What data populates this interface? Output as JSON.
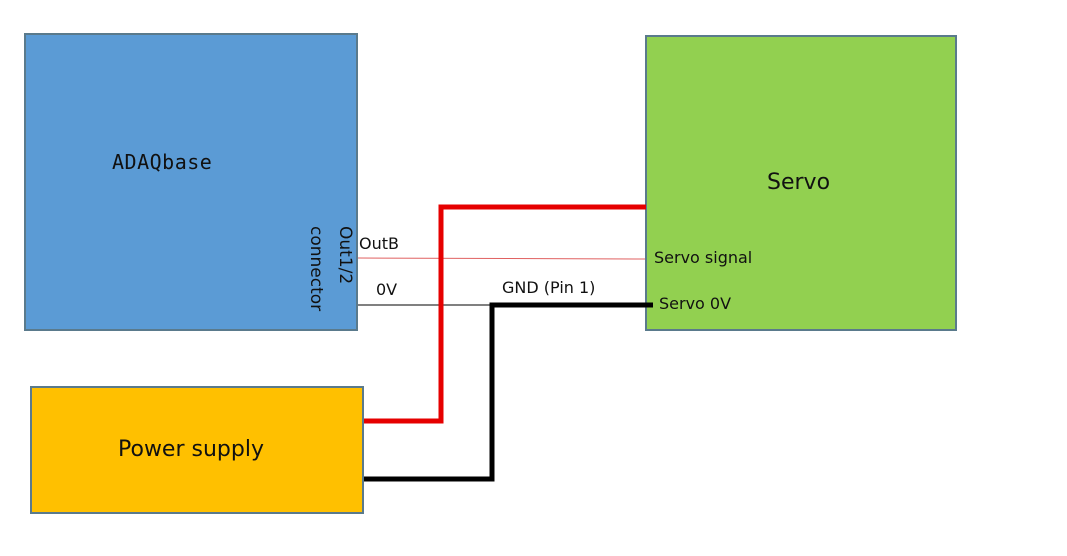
{
  "blocks": {
    "adaqbase": {
      "label": "ADAQbase",
      "color": "#5b9bd5"
    },
    "connector": {
      "line1": "Out1/2",
      "line2": "connector"
    },
    "servo": {
      "label": "Servo",
      "color": "#92d050"
    },
    "power_supply": {
      "label": "Power supply",
      "color": "#ffc000"
    }
  },
  "pins": {
    "outb": "OutB",
    "zero_v": "0V",
    "gnd": "GND (Pin 1)",
    "servo_signal": "Servo signal",
    "servo_0v": "Servo 0V"
  },
  "wires": {
    "power_positive": {
      "color": "#e60000",
      "from": "Power supply",
      "to": "Servo"
    },
    "power_ground": {
      "color": "#000000",
      "from": "Power supply",
      "to": "Servo 0V"
    },
    "signal": {
      "color": "#e06060",
      "from": "OutB",
      "to": "Servo signal"
    },
    "signal_ground": {
      "color": "#000000",
      "from": "0V",
      "to": "GND (Pin 1)"
    }
  }
}
